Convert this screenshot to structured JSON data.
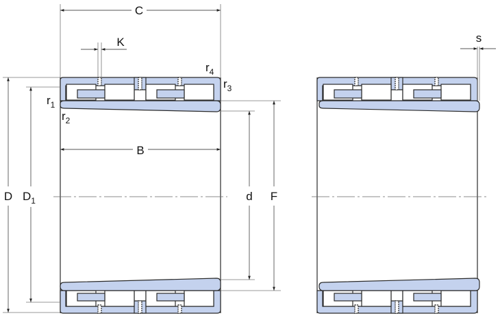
{
  "title": "Four-row cylindrical roller bearing dimension drawing",
  "colors": {
    "component_fill": "#c4d2ee",
    "outline": "#2a2a2a",
    "dimension": "#555555"
  },
  "labels": {
    "C": "C",
    "K": "K",
    "B": "B",
    "D": "D",
    "D1": {
      "main": "D",
      "sub": "1"
    },
    "d": "d",
    "F": "F",
    "s": "s",
    "r1": {
      "main": "r",
      "sub": "1"
    },
    "r2": {
      "main": "r",
      "sub": "2"
    },
    "r3": {
      "main": "r",
      "sub": "3"
    },
    "r4": {
      "main": "r",
      "sub": "4"
    }
  }
}
